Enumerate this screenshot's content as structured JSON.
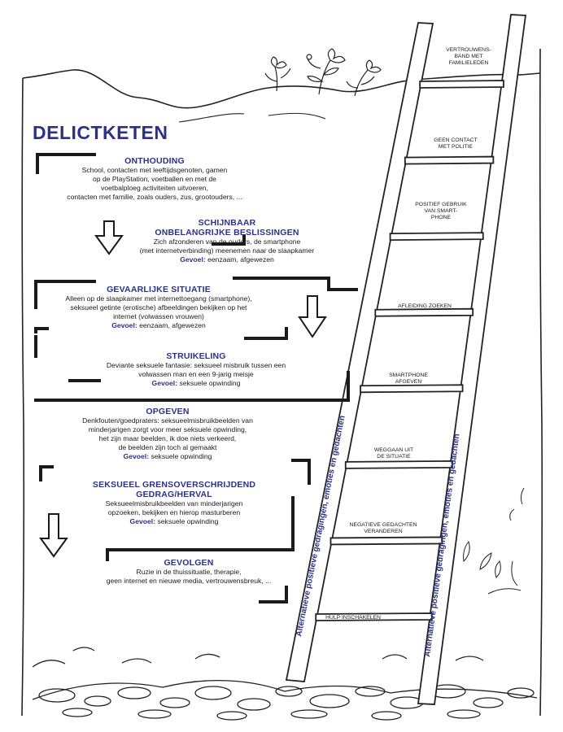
{
  "title": "DELICTKETEN",
  "chain": [
    {
      "heading": "ONTHOUDING",
      "lines": [
        "School, contacten met leeftijdsgenoten, gamen",
        "op de PlayStation, voetballen en met de",
        "voetbalploeg activiteiten uitvoeren,",
        "contacten met familie, zoals ouders, zus, grootouders, ..."
      ]
    },
    {
      "heading": "SCHIJNBAAR\nONBELANGRIJKE BESLISSINGEN",
      "lines": [
        "Zich afzonderen van de ouders, de smartphone",
        "(met internetverbinding) meenemen naar de slaapkamer"
      ],
      "gevoel_label": "Gevoel:",
      "gevoel": "eenzaam, afgewezen"
    },
    {
      "heading": "GEVAARLIJKE SITUATIE",
      "lines": [
        "Alleen op de slaapkamer met internettoegang (smartphone),",
        "seksueel getinte (erotische) afbeeldingen bekijken op het",
        "internet (volwassen vrouwen)"
      ],
      "gevoel_label": "Gevoel:",
      "gevoel": "eenzaam, afgewezen"
    },
    {
      "heading": "STRUIKELING",
      "lines": [
        "Deviante seksuele fantasie: seksueel misbruik tussen een",
        "volwassen man en een 9-jarig meisje"
      ],
      "gevoel_label": "Gevoel:",
      "gevoel": "seksuele opwinding"
    },
    {
      "heading": "OPGEVEN",
      "lines": [
        "Denkfouten/goedpraters: seksueelmisbruikbeelden van",
        "minderjarigen zorgt voor meer seksuele opwinding,",
        "het zijn maar beelden, ik doe niets verkeerd,",
        "de beelden zijn toch al gemaakt"
      ],
      "gevoel_label": "Gevoel:",
      "gevoel": "seksuele opwinding"
    },
    {
      "heading": "SEKSUEEL GRENSOVERSCHRIJDEND\nGEDRAG/HERVAL",
      "lines": [
        "Seksueelmisbruikbeelden van minderjarigen",
        "opzoeken, bekijken en hierop masturberen"
      ],
      "gevoel_label": "Gevoel:",
      "gevoel": "seksuele opwinding"
    },
    {
      "heading": "GEVOLGEN",
      "lines": [
        "Ruzie in de thuissituatie, therapie,",
        "geen internet en nieuwe media, vertrouwensbreuk, ..."
      ]
    }
  ],
  "ladder": {
    "rungs": [
      "VERTROUWENS-\nBAND MET\nFAMILIELEDEN",
      "GEEN CONTACT\nMET POLITIE",
      "POSITIEF GEBRUIK\nVAN SMART-\nPHONE",
      "AFLEIDING ZOEKEN",
      "SMARTPHONE\nAFGEVEN",
      "WEGGAAN UIT\nDE SITUATIE",
      "NEGATIEVE GEDACHTEN\nVERANDEREN",
      "HULP INSCHAKELEN"
    ],
    "rail_text": "Alternatieve positieve gedragingen, emoties en gedachten"
  },
  "colors": {
    "accent": "#2c3188",
    "ink": "#1a1a1a",
    "background": "#ffffff"
  }
}
